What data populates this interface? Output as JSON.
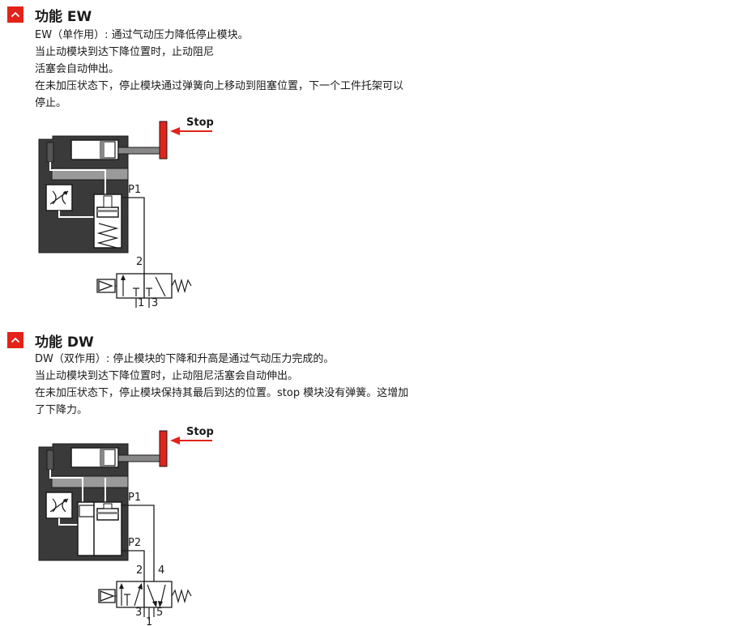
{
  "sections": [
    {
      "title": "功能 EW",
      "lines": [
        "EW（单作用）: 通过气动压力降低停止模块。",
        "当止动模块到达下降位置时，止动阻尼",
        "活塞会自动伸出。",
        "在未加压状态下，停止模块通过弹簧向上移动到阻塞位置，下一个工件托架可以",
        "停止。"
      ],
      "diagram": {
        "stop_label": "Stop",
        "port_labels": [
          "P1"
        ],
        "valve_numbers": [
          "2",
          "1",
          "3"
        ]
      }
    },
    {
      "title": "功能 DW",
      "lines": [
        "DW（双作用）: 停止模块的下降和升高是通过气动压力完成的。",
        "当止动模块到达下降位置时，止动阻尼活塞会自动伸出。",
        "在未加压状态下，停止模块保持其最后到达的位置。stop 模块没有弹簧。这增加",
        "了下降力。"
      ],
      "diagram": {
        "stop_label": "Stop",
        "port_labels": [
          "P1",
          "P2"
        ],
        "valve_numbers": [
          "2",
          "4",
          "3",
          "5",
          "1"
        ]
      }
    }
  ],
  "colors": {
    "accent": "#e2231a",
    "dark": "#1a1a1a",
    "gray": "#888888"
  },
  "icons": {
    "toggle": "chevron-up-icon"
  }
}
